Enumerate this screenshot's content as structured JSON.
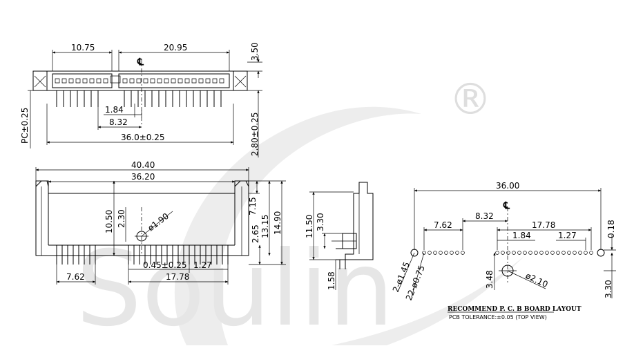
{
  "watermark": {
    "text": "Soulin",
    "registered_mark": "®"
  },
  "top_view": {
    "dims": {
      "a": "10.75",
      "b": "20.95",
      "c": "3.50",
      "d": "1.84",
      "e": "8.32",
      "f": "36.0±0.25",
      "g": "PC±0.25",
      "h": "2.80±0.25"
    },
    "centerline": "℄"
  },
  "front_view": {
    "dims": {
      "a": "40.40",
      "b": "36.20",
      "c": "10.50",
      "d": "2.30",
      "e": "ø1.90",
      "f": "7.15",
      "g": "13.15",
      "h": "14.90",
      "i": "2.65",
      "j": "0.45±0.25",
      "k": "1.27",
      "l": "7.62",
      "m": "17.78"
    }
  },
  "side_view": {
    "dims": {
      "a": "11.50",
      "b": "3.30",
      "c": "1.58"
    }
  },
  "pcb_layout": {
    "title": "RECOMMEND P. C. B BOARD LAYOUT",
    "subtitle": "PCB TOLERANCE:±0.05  (TOP VIEW)",
    "centerline": "℄",
    "dims": {
      "a": "36.00",
      "b": "8.32",
      "c": "7.62",
      "d": "17.78",
      "e": "1.84",
      "f": "1.27",
      "g": "0.18",
      "h": "2-ø1.45",
      "i": "22-ø0.75",
      "j": "3.48",
      "k": "ø2.10",
      "l": "3.30"
    }
  }
}
